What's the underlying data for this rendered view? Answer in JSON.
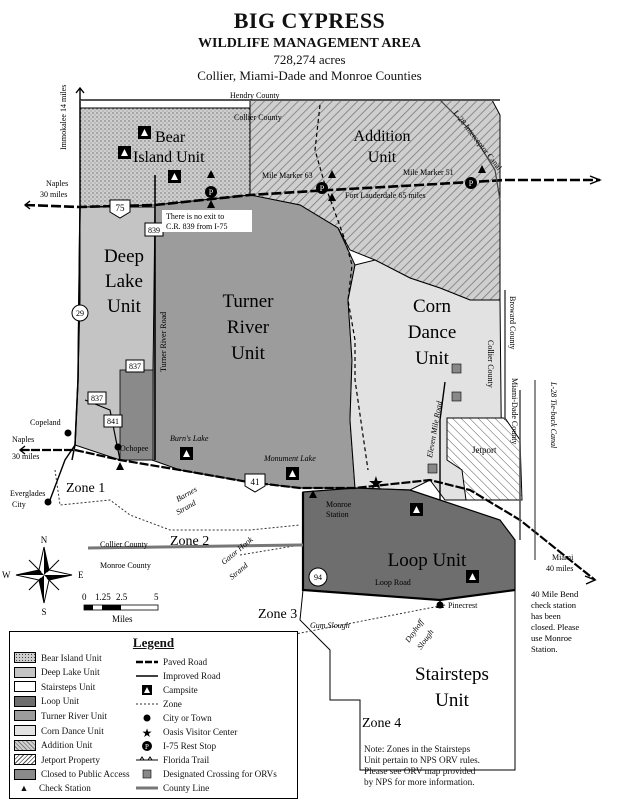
{
  "header": {
    "title": "BIG CYPRESS",
    "subtitle": "WILDLIFE MANAGEMENT AREA",
    "acreage": "728,274 acres",
    "counties": "Collier, Miami-Dade and Monroe Counties"
  },
  "units": {
    "bear_island": [
      "Bear",
      "Island Unit"
    ],
    "addition": [
      "Addition",
      "Unit"
    ],
    "deep_lake": [
      "Deep",
      "Lake",
      "Unit"
    ],
    "turner_river": [
      "Turner",
      "River",
      "Unit"
    ],
    "corn_dance": [
      "Corn",
      "Dance",
      "Unit"
    ],
    "loop": "Loop Unit",
    "stairsteps": [
      "Stairsteps",
      "Unit"
    ],
    "jetport": "Jetport"
  },
  "zones": [
    "Zone 1",
    "Zone 2",
    "Zone 3",
    "Zone 4"
  ],
  "map_labels": {
    "hendry_county": "Hendry County",
    "collier_county_top": "Collier County",
    "immokalee": "Immokalee 14 miles",
    "naples_top": [
      "Naples",
      "30 miles"
    ],
    "naples_bottom": [
      "Naples",
      "30 miles"
    ],
    "mile_marker_63": "Mile Marker 63",
    "mile_marker_51": "Mile Marker 51",
    "fort_lauderdale": "Fort Lauderdale 65 miles",
    "l28_interceptor": "L-28 Interceptor Canal",
    "no_exit": [
      "There is no exit to",
      "C.R. 839 from I-75"
    ],
    "turner_river_road": "Turner River Road",
    "copeland": "Copeland",
    "ochopee": "Ochopee",
    "everglades_city": [
      "Everglades",
      "City"
    ],
    "burns_lake": "Burn's Lake",
    "monument_lake": "Monument Lake",
    "monroe_station": [
      "Monroe",
      "Station"
    ],
    "barnes_strand": [
      "Barnes",
      "Strand"
    ],
    "gator_hook_strand": [
      "Gator Hook",
      "Strand"
    ],
    "collier_county_mid": "Collier County",
    "monroe_county": "Monroe County",
    "loop_road": "Loop Road",
    "pinecrest": "Pinecrest",
    "gum_slough": "Gum Slough",
    "dayhoff_slough": [
      "Dayhoff",
      "Slough"
    ],
    "miami": [
      "Miami",
      "40 miles"
    ],
    "eleven_mile_road": "Eleven Mile Road",
    "broward_county": "Broward County",
    "collier_county_right": "Collier County",
    "miami_dade_county": "Miami-Dade County",
    "l28_tieback": "L-28 Tie-back Canal",
    "station_closed": [
      "40 Mile Bend",
      "check station",
      "has been",
      "closed. Please",
      "use Monroe",
      "Station."
    ],
    "roads": {
      "i75": "75",
      "cr839": "839",
      "cr837": "837",
      "cr837b": "837",
      "cr841": "841",
      "cr29": "29",
      "us41": "41",
      "sr94": "94"
    }
  },
  "compass": {
    "n": "N",
    "s": "S",
    "e": "E",
    "w": "W"
  },
  "scale": {
    "ticks": [
      "0",
      "1.25",
      "2.5",
      "5"
    ],
    "unit": "Miles"
  },
  "legend": {
    "title": "Legend",
    "left": [
      {
        "label": "Bear Island Unit",
        "fill": "#c8c8c8"
      },
      {
        "label": "Deep Lake Unit",
        "fill": "#c4c4c4"
      },
      {
        "label": "Stairsteps Unit",
        "fill": "#ffffff"
      },
      {
        "label": "Loop Unit",
        "fill": "#6e6e6e"
      },
      {
        "label": "Turner River Unit",
        "fill": "#9c9c9c"
      },
      {
        "label": "Corn Dance Unit",
        "fill": "#e2e2e2"
      },
      {
        "label": "Addition Unit",
        "fill": "#bdbdbd"
      },
      {
        "label": "Jetport Property",
        "fill": "#ffffff"
      },
      {
        "label": "Closed to Public Access",
        "fill": "#8a8a8a"
      },
      {
        "label": "Check Station",
        "fill": "#000000"
      }
    ],
    "right": [
      {
        "label": "Paved Road",
        "icon": "paved-road"
      },
      {
        "label": "Improved Road",
        "icon": "improved-road"
      },
      {
        "label": "Campsite",
        "icon": "campsite"
      },
      {
        "label": "Zone",
        "icon": "zone-line"
      },
      {
        "label": "City or Town",
        "icon": "city-dot"
      },
      {
        "label": "Oasis Visitor Center",
        "icon": "star"
      },
      {
        "label": "I-75 Rest Stop",
        "icon": "rest-stop"
      },
      {
        "label": "Florida Trail",
        "icon": "florida-trail"
      },
      {
        "label": "Designated Crossing for ORVs",
        "icon": "orv-crossing"
      },
      {
        "label": "County Line",
        "icon": "county-line"
      }
    ]
  },
  "note": [
    "Note: Zones in the Stairsteps",
    "Unit pertain to NPS ORV rules.",
    "Please see ORV map provided",
    "by NPS for more information."
  ]
}
